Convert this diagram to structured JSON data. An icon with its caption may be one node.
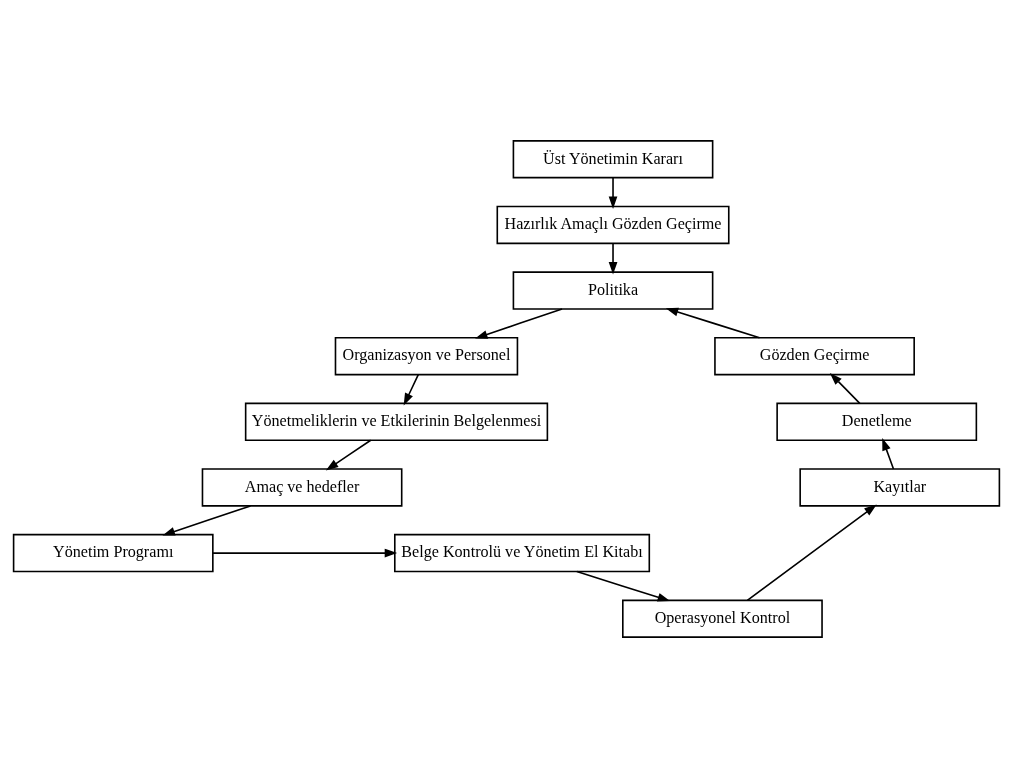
{
  "diagram": {
    "nodes": [
      {
        "text": [
          "Üst Yönetimin Kararı"
        ]
      },
      {
        "text": [
          "Hazırlık Amaçlı Gözden Geçirme"
        ]
      },
      {
        "text": [
          "Politika"
        ]
      },
      {
        "text": [
          "Gözden Geçirme"
        ]
      },
      {
        "text": [
          "Organizasyon ve Personel"
        ]
      },
      {
        "text": [
          "Denetleme"
        ]
      },
      {
        "text": [
          "Yönetmeliklerin ve Etkilerinin Belgelenmesi"
        ]
      },
      {
        "text": [
          "Kayıtlar"
        ]
      },
      {
        "text": [
          "Amaç ve hedefler"
        ]
      },
      {
        "text": [
          "Operasyonel Kontrol"
        ]
      },
      {
        "text": [
          "Belge Kontrolü ve Yönetim El Kitabı"
        ]
      },
      {
        "text": [
          "Yönetim Programı"
        ]
      }
    ],
    "edges": [
      {
        "from": 0,
        "to": 1,
        "arrow": "to"
      },
      {
        "from": 1,
        "to": 2,
        "arrow": "to"
      },
      {
        "from": 2,
        "to": 4,
        "arrow": "to"
      },
      {
        "from": 4,
        "to": 6,
        "arrow": "to"
      },
      {
        "from": 6,
        "to": 8,
        "arrow": "to"
      },
      {
        "from": 8,
        "to": 11,
        "arrow": "to"
      },
      {
        "from": 11,
        "to": 10,
        "arrow": "to"
      },
      {
        "from": 10,
        "to": 9,
        "arrow": "to"
      },
      {
        "from": 9,
        "to": 7,
        "arrow": "to"
      },
      {
        "from": 7,
        "to": 5,
        "arrow": "to"
      },
      {
        "from": 5,
        "to": 3,
        "arrow": "to"
      },
      {
        "from": 3,
        "to": 2,
        "arrow": "to"
      }
    ]
  }
}
